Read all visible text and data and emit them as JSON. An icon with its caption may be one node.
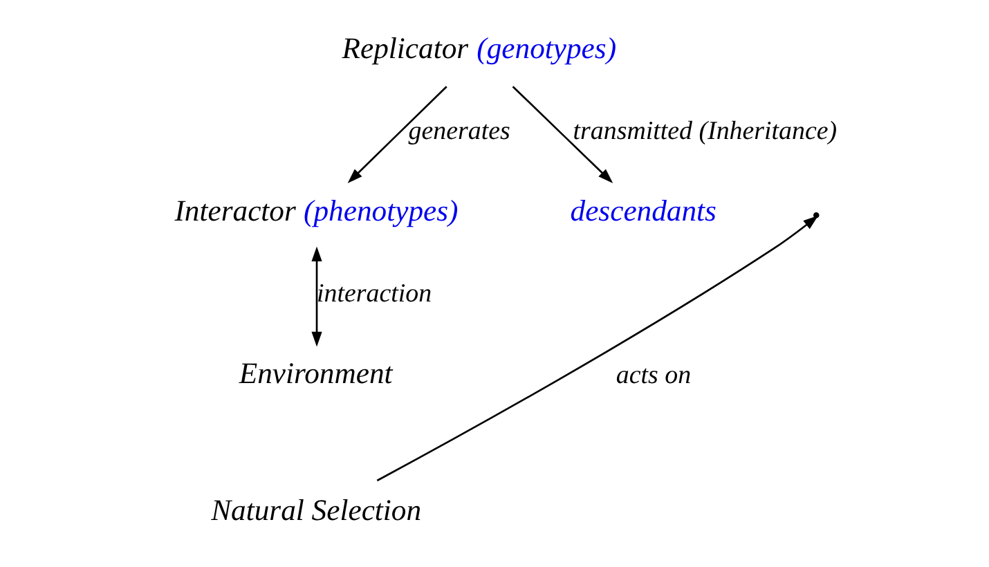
{
  "diagram": {
    "nodes": [
      {
        "text": [
          "Replicator",
          "(genotypes)"
        ]
      },
      {
        "text": [
          "Interactor",
          "(phenotypes)"
        ]
      },
      {
        "text": [
          "Environment"
        ]
      },
      {
        "text": [
          "Natural Selection"
        ]
      },
      {
        "text": [
          "descendants"
        ]
      }
    ],
    "edges": [
      {
        "from": 0,
        "to": 1,
        "arrow": "to",
        "label": "generates"
      },
      {
        "from": 1,
        "to": 2,
        "arrow": "both",
        "label": "interaction"
      },
      {
        "from": 0,
        "to": 4,
        "arrow": "to",
        "label": "transmitted (Inheritance)"
      },
      {
        "from": 3,
        "to": null,
        "arrow": "to",
        "label": "acts on"
      }
    ]
  }
}
